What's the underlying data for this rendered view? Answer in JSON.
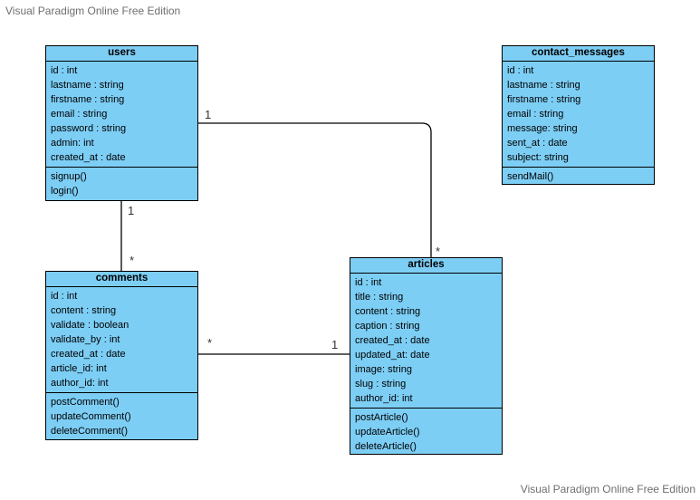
{
  "watermark": {
    "top": "Visual Paradigm Online Free Edition",
    "bottom": "Visual Paradigm Online Free Edition"
  },
  "classes": {
    "users": {
      "name": "users",
      "attributes": [
        "id : int",
        "lastname : string",
        "firstname : string",
        "email : string",
        "password : string",
        "admin: int",
        "created_at : date"
      ],
      "operations": [
        "signup()",
        "login()"
      ]
    },
    "contact_messages": {
      "name": "contact_messages",
      "attributes": [
        "id : int",
        "lastname : string",
        "firstname : string",
        "email : string",
        "message: string",
        "sent_at : date",
        "subject: string"
      ],
      "operations": [
        "sendMail()"
      ]
    },
    "comments": {
      "name": "comments",
      "attributes": [
        "id : int",
        "content : string",
        "validate : boolean",
        "validate_by : int",
        "created_at : date",
        "article_id: int",
        "author_id: int"
      ],
      "operations": [
        "postComment()",
        "updateComment()",
        "deleteComment()"
      ]
    },
    "articles": {
      "name": "articles",
      "attributes": [
        "id : int",
        "title : string",
        "content : string",
        "caption : string",
        "created_at : date",
        "updated_at: date",
        "image: string",
        "slug : string",
        "author_id: int"
      ],
      "operations": [
        "postArticle()",
        "updateArticle()",
        "deleteArticle()"
      ]
    }
  },
  "associations": {
    "users_articles": {
      "from_mult": "1",
      "to_mult": "*"
    },
    "users_comments": {
      "from_mult": "1",
      "to_mult": "*"
    },
    "comments_articles": {
      "from_mult": "*",
      "to_mult": "1"
    }
  },
  "colors": {
    "class_fill": "#7dcef5",
    "border": "#000000",
    "watermark": "#6e6e6e"
  }
}
